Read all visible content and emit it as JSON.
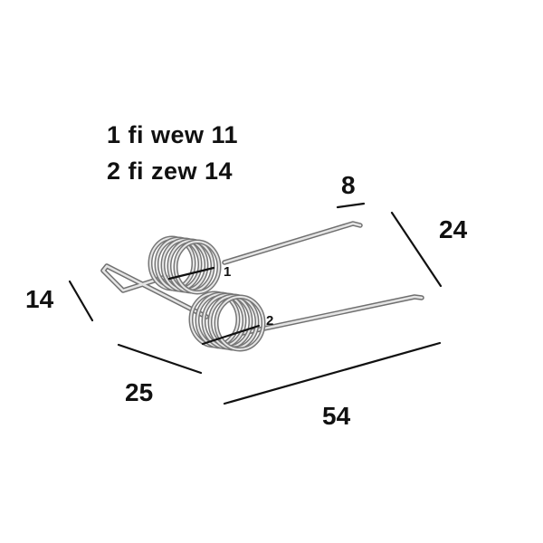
{
  "legend": {
    "line1": "1 fi wew 11",
    "line2": "2 fi zew 14"
  },
  "dimensions": {
    "top_width": "8",
    "arm_height": "24",
    "left_height": "14",
    "depth": "25",
    "length": "54"
  },
  "markers": {
    "one": "1",
    "two": "2"
  },
  "colors": {
    "text": "#111111",
    "dimension_lines": "#111111",
    "wire_light": "#e3e3e3",
    "wire_dark": "#7d7d7d"
  }
}
